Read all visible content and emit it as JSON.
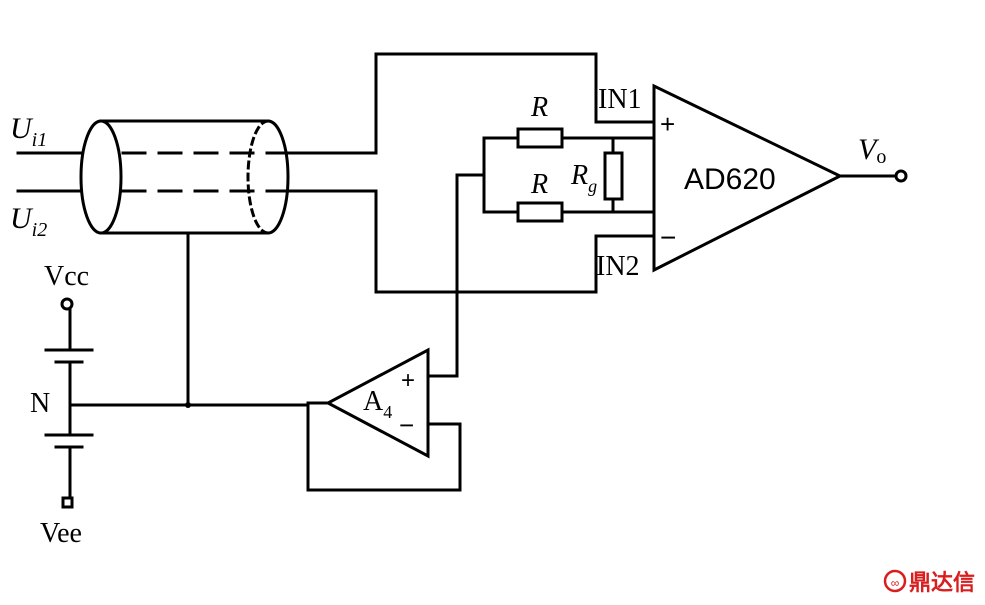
{
  "inputs": {
    "u1_main": "U",
    "u1_sub": "i1",
    "u2_main": "U",
    "u2_sub": "i2"
  },
  "power": {
    "vcc": "Vcc",
    "vee": "Vee",
    "node": "N"
  },
  "resistors": {
    "r_top": "R",
    "r_bottom": "R",
    "rg_main": "R",
    "rg_sub": "g"
  },
  "amplifier": {
    "name": "AD620",
    "in1": "IN1",
    "in2": "IN2",
    "plus": "+",
    "minus": "−"
  },
  "output": {
    "main": "V",
    "sub": "o"
  },
  "buffer": {
    "main": "A",
    "sub": "4",
    "plus": "+",
    "minus": "−"
  },
  "watermark": {
    "text": "鼎达信"
  }
}
